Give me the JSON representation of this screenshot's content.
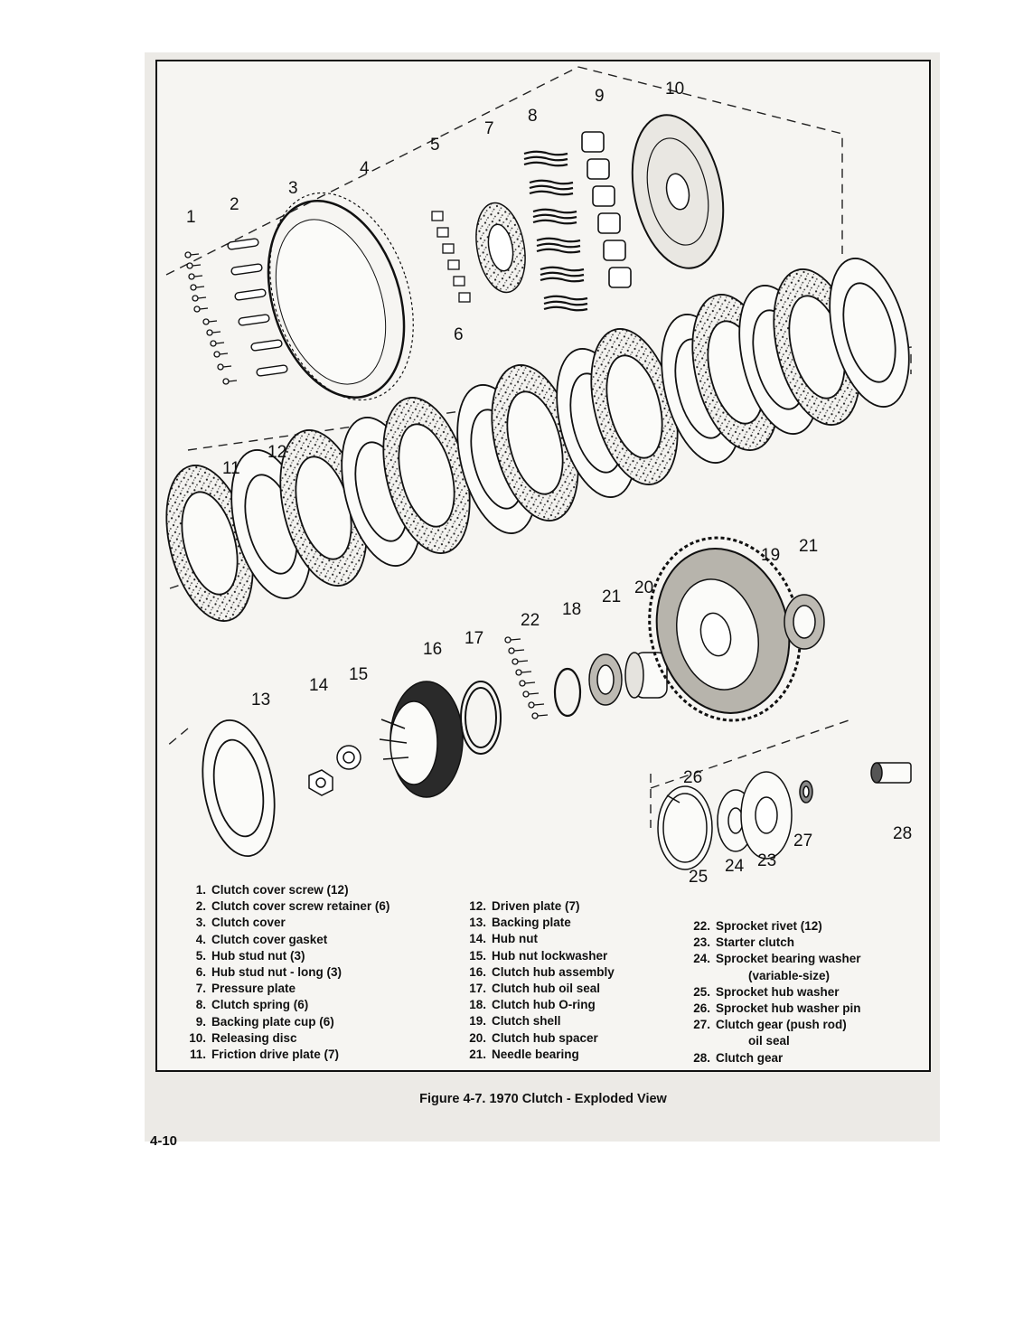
{
  "figure": {
    "caption": "Figure 4-7. 1970 Clutch - Exploded View",
    "page_number": "4-10",
    "callouts": [
      "1",
      "2",
      "3",
      "4",
      "5",
      "6",
      "7",
      "8",
      "9",
      "10",
      "11",
      "12",
      "13",
      "14",
      "15",
      "16",
      "17",
      "18",
      "19",
      "20",
      "21",
      "21",
      "22",
      "23",
      "24",
      "25",
      "26",
      "27",
      "28"
    ]
  },
  "legend": {
    "col1": [
      {
        "num": "1.",
        "label": "Clutch cover screw (12)"
      },
      {
        "num": "2.",
        "label": "Clutch cover screw retainer (6)"
      },
      {
        "num": "3.",
        "label": "Clutch cover"
      },
      {
        "num": "4.",
        "label": "Clutch cover gasket"
      },
      {
        "num": "5.",
        "label": "Hub stud nut (3)"
      },
      {
        "num": "6.",
        "label": "Hub stud nut - long (3)"
      },
      {
        "num": "7.",
        "label": "Pressure plate"
      },
      {
        "num": "8.",
        "label": "Clutch spring (6)"
      },
      {
        "num": "9.",
        "label": "Backing plate cup (6)"
      },
      {
        "num": "10.",
        "label": "Releasing disc"
      },
      {
        "num": "11.",
        "label": "Friction drive plate (7)"
      }
    ],
    "col2": [
      {
        "num": "12.",
        "label": "Driven plate (7)"
      },
      {
        "num": "13.",
        "label": "Backing plate"
      },
      {
        "num": "14.",
        "label": "Hub nut"
      },
      {
        "num": "15.",
        "label": "Hub nut lockwasher"
      },
      {
        "num": "16.",
        "label": "Clutch hub assembly"
      },
      {
        "num": "17.",
        "label": "Clutch hub oil seal"
      },
      {
        "num": "18.",
        "label": "Clutch hub O-ring"
      },
      {
        "num": "19.",
        "label": "Clutch shell"
      },
      {
        "num": "20.",
        "label": "Clutch hub spacer"
      },
      {
        "num": "21.",
        "label": "Needle bearing"
      }
    ],
    "col3": [
      {
        "num": "22.",
        "label": "Sprocket rivet (12)"
      },
      {
        "num": "23.",
        "label": "Starter clutch"
      },
      {
        "num": "24.",
        "label": "Sprocket bearing washer"
      },
      {
        "num": "",
        "label": "(variable-size)"
      },
      {
        "num": "25.",
        "label": "Sprocket hub washer"
      },
      {
        "num": "26.",
        "label": "Sprocket hub washer pin"
      },
      {
        "num": "27.",
        "label": "Clutch gear (push rod)"
      },
      {
        "num": "",
        "label": "oil seal"
      },
      {
        "num": "28.",
        "label": "Clutch gear"
      }
    ]
  }
}
